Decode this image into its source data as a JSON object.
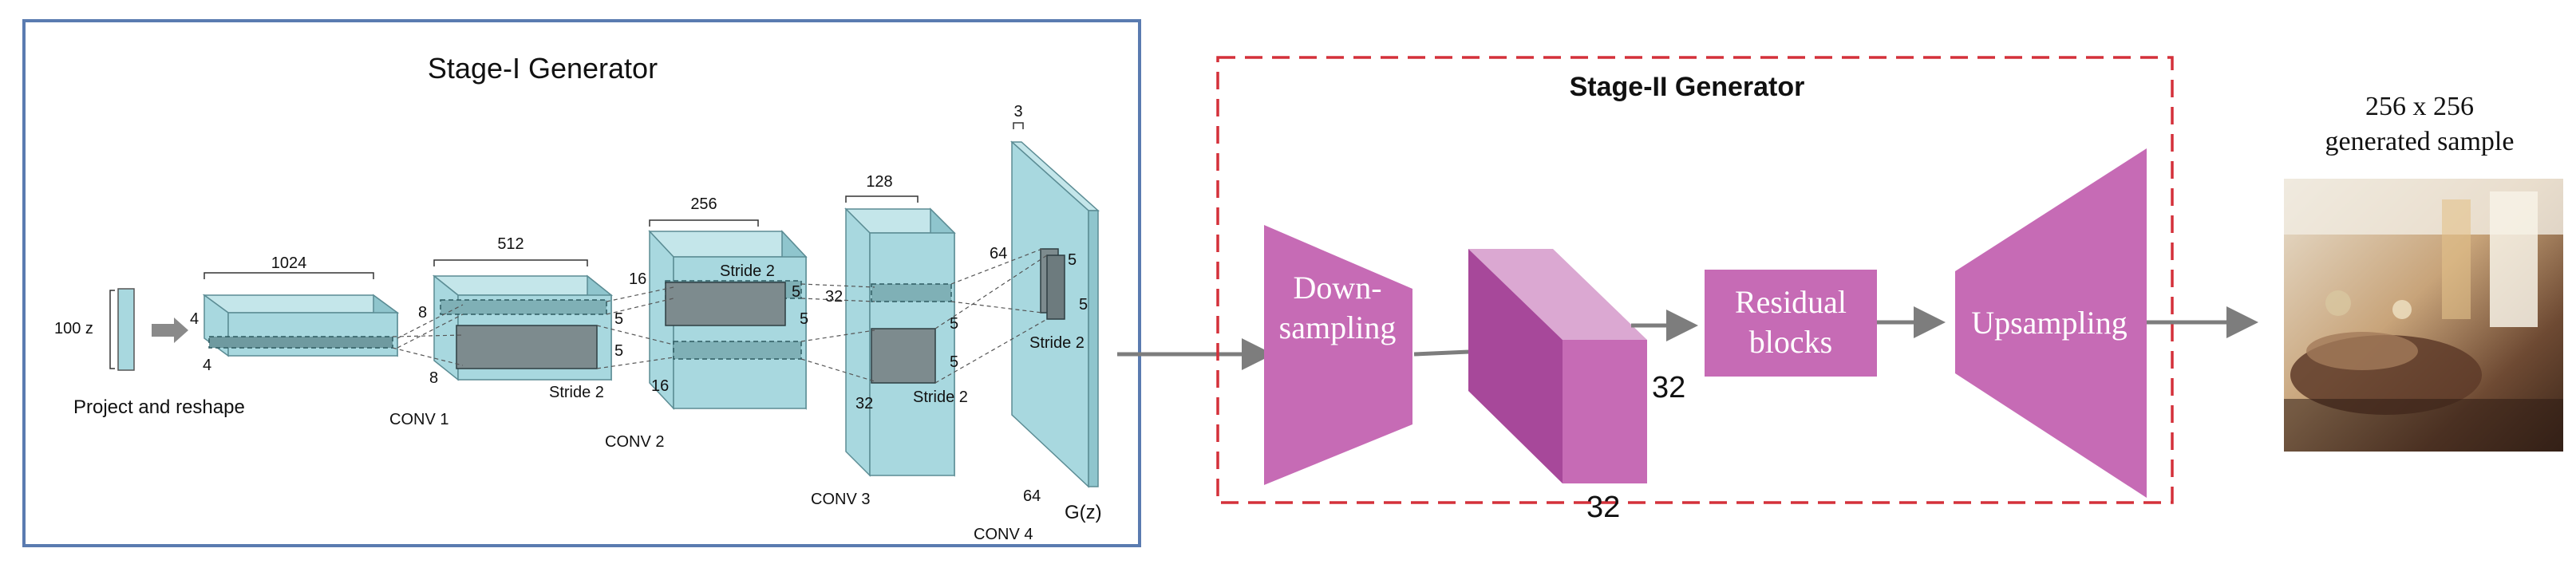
{
  "stage1": {
    "title": "Stage-I Generator",
    "z_label": "100 z",
    "project_label": "Project and reshape",
    "dim_1024": "1024",
    "dim_512": "512",
    "dim_256": "256",
    "dim_128": "128",
    "dim_3": "3",
    "side_4a": "4",
    "side_4b": "4",
    "side_8a": "8",
    "side_8b": "8",
    "side_16a": "16",
    "side_16b": "16",
    "side_32a": "32",
    "side_32b": "32",
    "side_64a": "64",
    "side_64b": "64",
    "k5_1": "5",
    "k5_2": "5",
    "k5_3": "5",
    "k5_4": "5",
    "k5_5": "5",
    "k5_6": "5",
    "k5_7": "5",
    "k5_8": "5",
    "stride_1": "Stride 2",
    "stride_2": "Stride 2",
    "stride_3": "Stride 2",
    "stride_4": "Stride 2",
    "conv1": "CONV 1",
    "conv2": "CONV 2",
    "conv3": "CONV 3",
    "conv4": "CONV 4",
    "gz": "G(z)"
  },
  "stage2": {
    "title": "Stage-II Generator",
    "down_line1": "Down-",
    "down_line2": "sampling",
    "feat_w": "32",
    "feat_h": "32",
    "res_line1": "Residual",
    "res_line2": "blocks",
    "up_label": "Upsampling"
  },
  "output": {
    "line1": "256 x 256",
    "line2": "generated sample"
  },
  "colors": {
    "stage1_border": "#5a7bb0",
    "stage2_border": "#d4303a",
    "block_fill": "#a8d8df",
    "magenta": "#c66bb5",
    "magenta_dark": "#a7489a",
    "magenta_light": "#dba8d2",
    "arrow": "#7d7d7d"
  }
}
